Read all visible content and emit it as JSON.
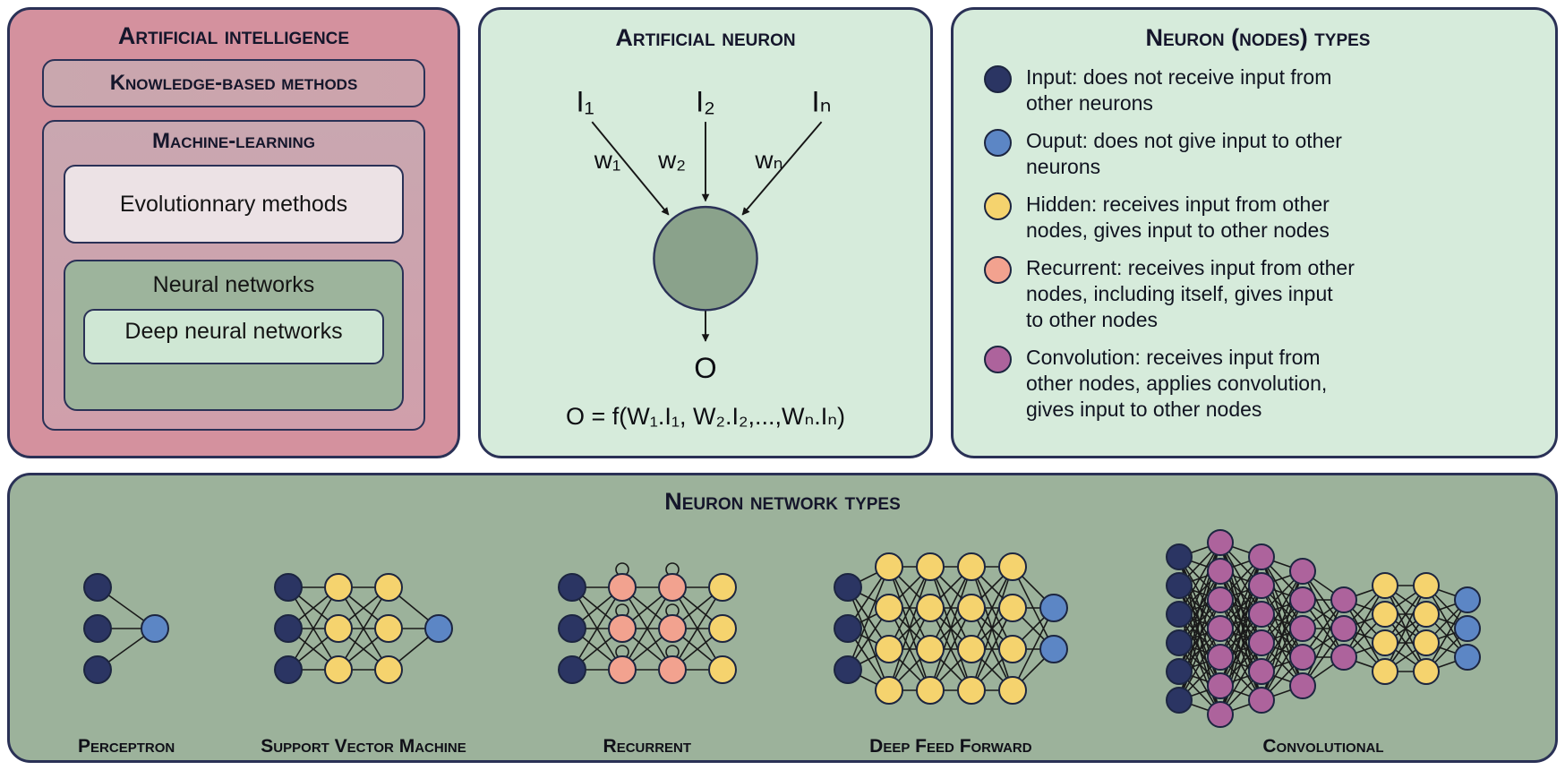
{
  "colors": {
    "input": "#2b3563",
    "output": "#5c86c5",
    "hidden": "#f5d36e",
    "recurrent": "#f2a28f",
    "convolution": "#ad639c",
    "edge": "#191919",
    "node_border": "#1c2540"
  },
  "ai": {
    "title": "Artificial intelligence",
    "knowledge_label": "Knowledge-based methods",
    "ml_label": "Machine-learning",
    "evolutionary_label": "Evolutionnary methods",
    "neural_label": "Neural networks",
    "deep_label": "Deep neural networks"
  },
  "neuron": {
    "title": "Artificial neuron",
    "inputs": [
      "I₁",
      "I₂",
      "Iₙ"
    ],
    "weights": [
      "w₁",
      "w₂",
      "wₙ"
    ],
    "output": "O",
    "formula": "O = f(W₁.I₁, W₂.I₂,...,Wₙ.Iₙ)"
  },
  "legend": {
    "title": "Neuron (nodes) types",
    "items": [
      {
        "type": "input",
        "lines": [
          "Input: does not receive input from",
          "other neurons"
        ]
      },
      {
        "type": "output",
        "lines": [
          "Ouput: does not give input to other",
          "neurons"
        ]
      },
      {
        "type": "hidden",
        "lines": [
          "Hidden: receives input from other",
          "nodes, gives input to other nodes"
        ]
      },
      {
        "type": "recurrent",
        "lines": [
          "Recurrent: receives input from other",
          "nodes, including itself, gives input",
          "to other nodes"
        ]
      },
      {
        "type": "convolution",
        "lines": [
          "Convolution: receives input from",
          "other nodes, applies convolution,",
          "gives input to other nodes"
        ]
      }
    ]
  },
  "networks": {
    "title": "Neuron network types",
    "items": [
      {
        "label": "Perceptron",
        "layers": [
          {
            "type": "input",
            "count": 3
          },
          {
            "type": "output",
            "count": 1
          }
        ]
      },
      {
        "label": "Support Vector Machine",
        "layers": [
          {
            "type": "input",
            "count": 3
          },
          {
            "type": "hidden",
            "count": 3
          },
          {
            "type": "hidden",
            "count": 3
          },
          {
            "type": "output",
            "count": 1
          }
        ]
      },
      {
        "label": "Recurrent",
        "layers": [
          {
            "type": "input",
            "count": 3
          },
          {
            "type": "recurrent",
            "count": 3,
            "self_loop": true
          },
          {
            "type": "recurrent",
            "count": 3,
            "self_loop": true
          },
          {
            "type": "hidden",
            "count": 3
          }
        ]
      },
      {
        "label": "Deep Feed Forward",
        "layers": [
          {
            "type": "input",
            "count": 3
          },
          {
            "type": "hidden",
            "count": 4
          },
          {
            "type": "hidden",
            "count": 4
          },
          {
            "type": "hidden",
            "count": 4
          },
          {
            "type": "hidden",
            "count": 4
          },
          {
            "type": "output",
            "count": 2
          }
        ]
      },
      {
        "label": "Convolutional",
        "layers": [
          {
            "type": "input",
            "count": 6
          },
          {
            "type": "convolution",
            "count": 7
          },
          {
            "type": "convolution",
            "count": 6
          },
          {
            "type": "convolution",
            "count": 5
          },
          {
            "type": "convolution",
            "count": 3
          },
          {
            "type": "hidden",
            "count": 4
          },
          {
            "type": "hidden",
            "count": 4
          },
          {
            "type": "output",
            "count": 3
          }
        ]
      }
    ]
  }
}
